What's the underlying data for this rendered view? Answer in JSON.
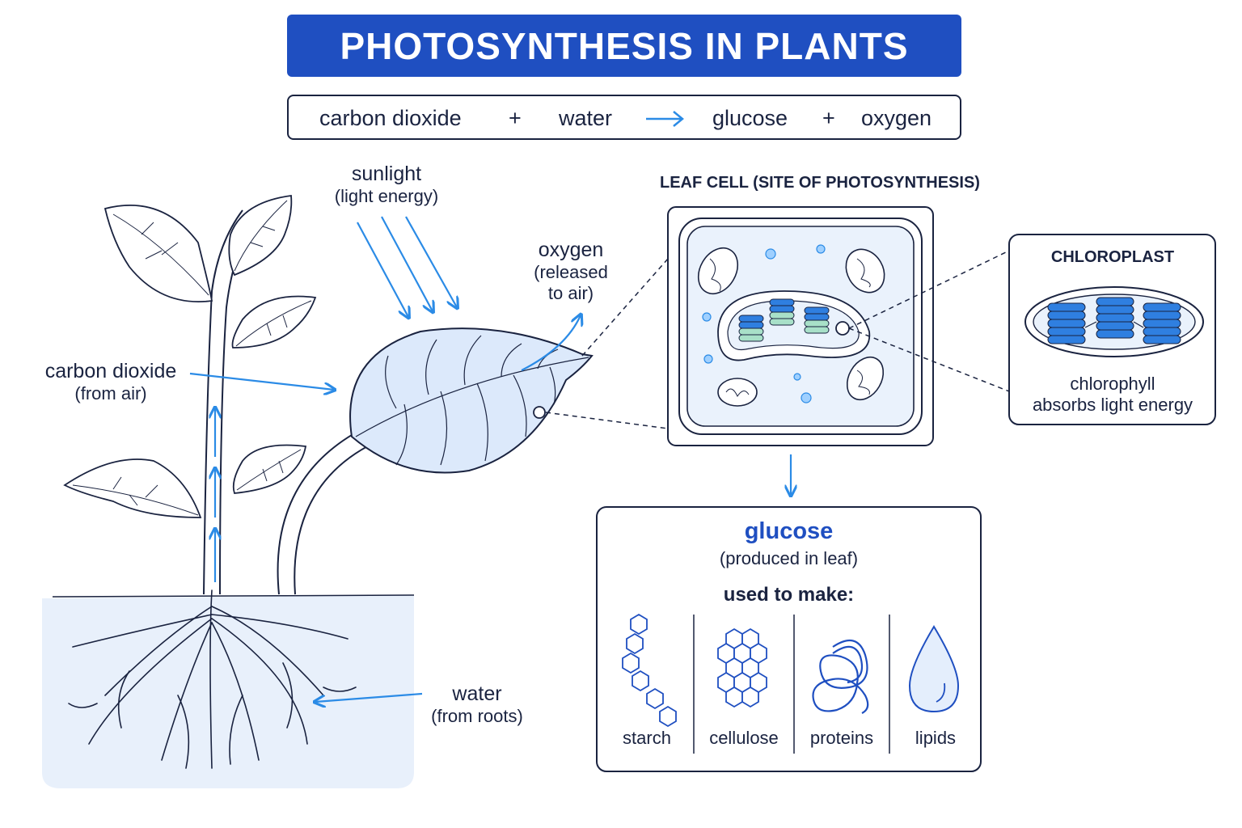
{
  "title": "PHOTOSYNTHESIS IN PLANTS",
  "equation": {
    "reactant1": "carbon dioxide",
    "plus1": "+",
    "reactant2": "water",
    "product1": "glucose",
    "plus2": "+",
    "product2": "oxygen"
  },
  "sunlight": {
    "label": "sunlight",
    "sub": "(light energy)"
  },
  "oxygen_out": {
    "label": "oxygen",
    "sub1": "(released",
    "sub2": "to air)"
  },
  "co2_in": {
    "label": "carbon dioxide",
    "sub": "(from air)"
  },
  "water_in": {
    "label": "water",
    "sub": "(from roots)"
  },
  "leaf_cell": {
    "caption": "LEAF CELL (SITE OF PHOTOSYNTHESIS)"
  },
  "chloroplast": {
    "caption": "CHLOROPLAST",
    "note1": "chlorophyll",
    "note2": "absorbs light energy"
  },
  "glucose_box": {
    "title": "glucose",
    "sub": "(produced in leaf)",
    "used_to_make": "used to make:",
    "products": [
      "starch",
      "cellulose",
      "proteins",
      "lipids"
    ]
  },
  "colors": {
    "accent": "#1f4fc1",
    "arrow": "#2b8be6",
    "ink": "#1a2340",
    "fill": "#dce9fb"
  }
}
